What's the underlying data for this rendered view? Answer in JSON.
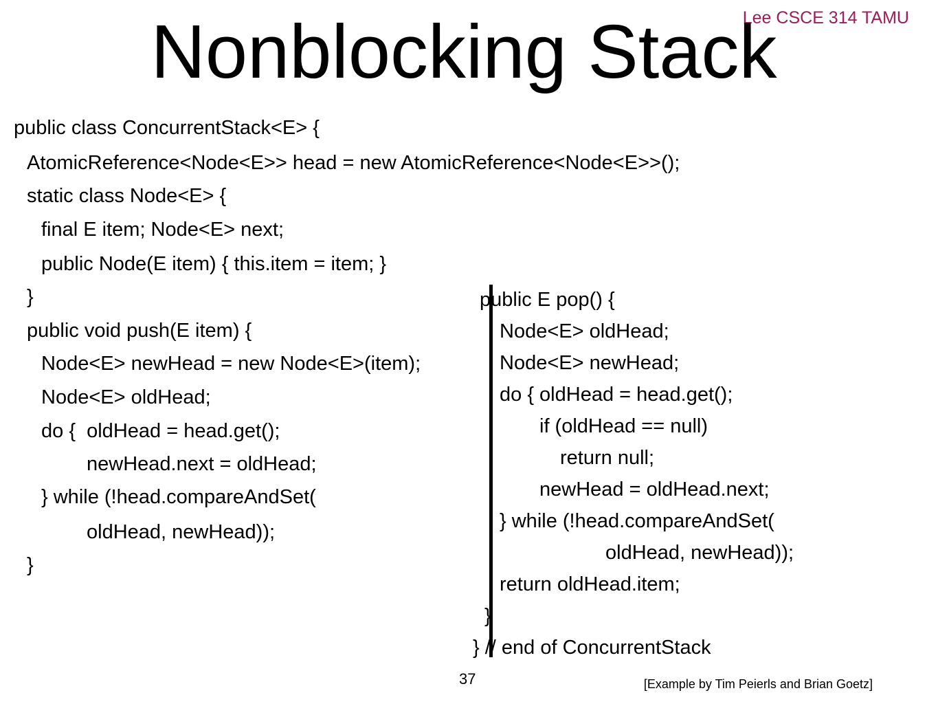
{
  "header": {
    "course_label": "Lee CSCE 314 TAMU",
    "title": "Nonblocking Stack"
  },
  "code_left": [
    "public class ConcurrentStack<E> {",
    "AtomicReference<Node<E>> head = new AtomicReference<Node<E>>();",
    "static class Node<E> {",
    "final E item; Node<E> next;",
    "public Node(E item) { this.item = item; }",
    "}",
    "public void push(E item) {",
    "Node<E> newHead = new Node<E>(item);",
    "Node<E> oldHead;",
    "do {  oldHead = head.get();",
    "newHead.next = oldHead;",
    "} while (!head.compareAndSet(",
    "oldHead, newHead));",
    "}"
  ],
  "code_right": [
    "public E pop() {",
    "Node<E> oldHead;",
    "Node<E> newHead;",
    "do { oldHead = head.get();",
    "if (oldHead == null)",
    "return null;",
    "newHead = oldHead.next;",
    "} while (!head.compareAndSet(",
    "oldHead, newHead));",
    "return oldHead.item;",
    "}",
    "} // end of ConcurrentStack"
  ],
  "footer": {
    "page_number": "37",
    "credit": "[Example by Tim Peierls and Brian Goetz]"
  }
}
